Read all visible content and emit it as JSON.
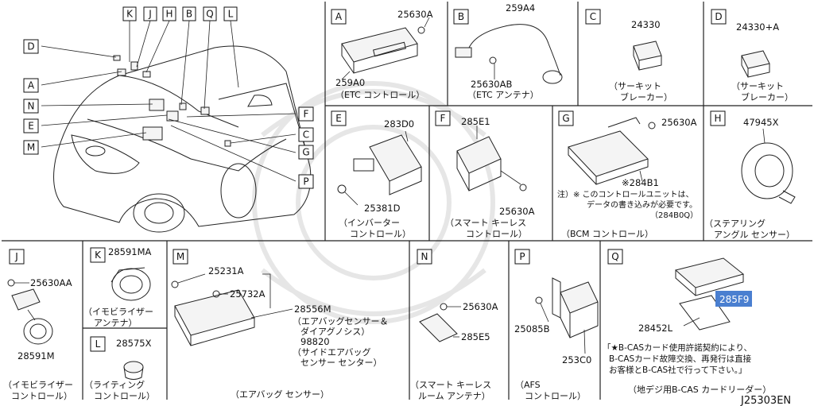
{
  "drawing_id": "J25303EN",
  "vehicle_callouts": [
    "K",
    "J",
    "H",
    "B",
    "Q",
    "L",
    "D",
    "A",
    "N",
    "E",
    "M",
    "F",
    "C",
    "G",
    "P"
  ],
  "panels": {
    "A": {
      "letter": "A",
      "parts": [
        "25630A",
        "259A0"
      ],
      "caption": [
        "（ETC コントロール）"
      ]
    },
    "B": {
      "letter": "B",
      "parts": [
        "259A4",
        "25630AB"
      ],
      "caption": [
        "（ETC アンテナ）"
      ]
    },
    "C": {
      "letter": "C",
      "parts": [
        "24330"
      ],
      "caption": [
        "（サーキット",
        "ブレーカー）"
      ]
    },
    "D": {
      "letter": "D",
      "parts": [
        "24330+A"
      ],
      "caption": [
        "（サーキット",
        "ブレーカー）"
      ]
    },
    "E": {
      "letter": "E",
      "parts": [
        "283D0",
        "25381D"
      ],
      "caption": [
        "（インバーター",
        "コントロール）"
      ]
    },
    "F": {
      "letter": "F",
      "parts": [
        "285E1",
        "25630A"
      ],
      "caption": [
        "（スマート キーレス",
        "コントロール）"
      ]
    },
    "G": {
      "letter": "G",
      "parts": [
        "25630A",
        "※284B1"
      ],
      "note": [
        "注）※ このコントロールユニットは、",
        "データの書き込みが必要です。",
        "（284B0Q）"
      ],
      "caption": [
        "（BCM コントロール）"
      ]
    },
    "H": {
      "letter": "H",
      "parts": [
        "47945X"
      ],
      "caption": [
        "（ステアリング",
        "アングル センサー）"
      ]
    },
    "J": {
      "letter": "J",
      "parts": [
        "25630AA",
        "28591M"
      ],
      "caption": [
        "（イモビライザー",
        "コントロール）"
      ]
    },
    "K": {
      "letter": "K",
      "parts": [
        "28591MA"
      ],
      "caption": [
        "（イモビライザー",
        "アンテナ）"
      ]
    },
    "L": {
      "letter": "L",
      "parts": [
        "28575X"
      ],
      "caption": [
        "（ライティング",
        "コントロール）"
      ]
    },
    "M": {
      "letter": "M",
      "parts": [
        "25231A",
        "25732A",
        "28556M",
        "98820"
      ],
      "desc1": [
        "（エアバッグセンサー＆",
        "ダイアグノシス）"
      ],
      "desc2": [
        "（サイドエアバッグ",
        "センサー センター）"
      ],
      "caption": [
        "（エアバッグ センサー）"
      ]
    },
    "N": {
      "letter": "N",
      "parts": [
        "25630A",
        "285E5"
      ],
      "caption": [
        "（スマート キーレス",
        "ルーム アンテナ）"
      ]
    },
    "P": {
      "letter": "P",
      "parts": [
        "25085B",
        "253C0"
      ],
      "caption": [
        "（AFS",
        "コントロール）"
      ]
    },
    "Q": {
      "letter": "Q",
      "parts": [
        "285F9",
        "28452L"
      ],
      "note": [
        "「★B-CASカード使用許諾契約により、",
        "B-CASカード故障交換、再発行は直接",
        "お客様とB-CAS社で行って下さい。」"
      ],
      "caption": [
        "（地デジ用B-CAS カードリーダー）"
      ]
    }
  },
  "colors": {
    "highlight": "#4a7fd0",
    "line": "#222222"
  }
}
